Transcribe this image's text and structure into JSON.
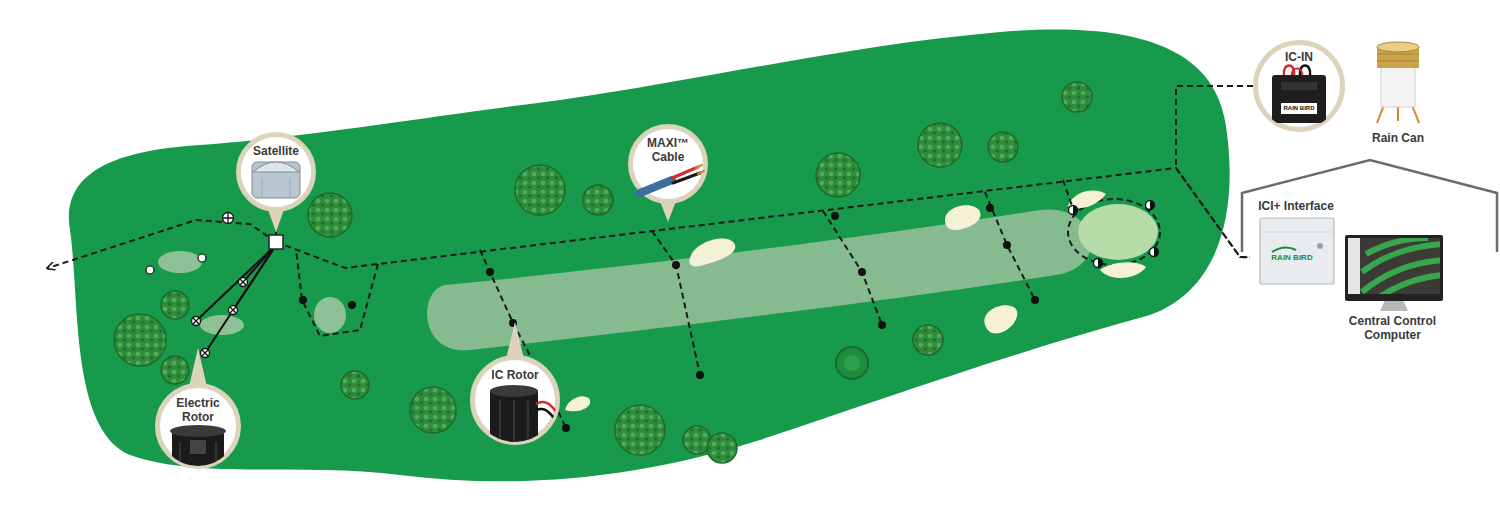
{
  "diagram": {
    "nodes": [
      {
        "text": [
          "Satellite"
        ]
      },
      {
        "text": [
          "Electric Rotor"
        ]
      },
      {
        "text": [
          "IC Rotor"
        ]
      },
      {
        "text": [
          "MAXI™ Cable"
        ]
      },
      {
        "text": [
          "IC-IN"
        ]
      },
      {
        "text": [
          "Rain Can"
        ]
      },
      {
        "text": [
          "ICI+ Interface"
        ]
      },
      {
        "text": [
          "Central Control Computer"
        ]
      }
    ],
    "edges": [
      {
        "from": 0,
        "to": 6,
        "arrow": "none"
      },
      {
        "from": 4,
        "to": 6,
        "arrow": "none"
      }
    ],
    "labels": [
      "RAIN BIRD",
      "RAIN BIRD"
    ]
  }
}
